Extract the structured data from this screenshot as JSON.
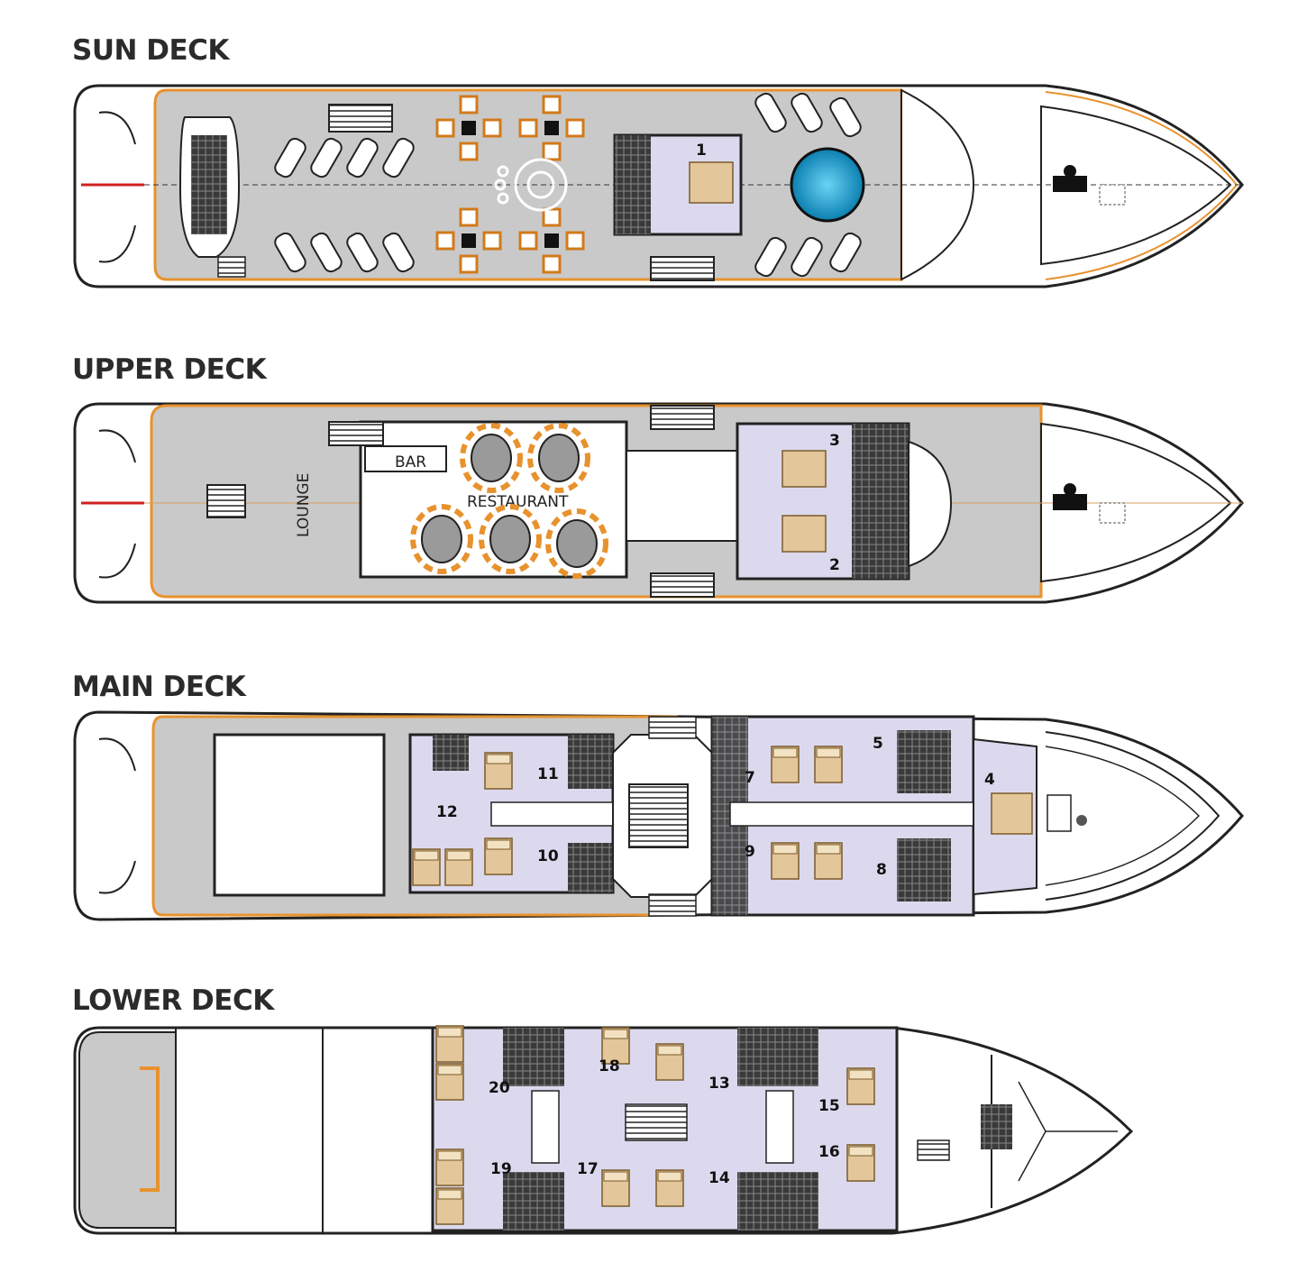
{
  "decks": {
    "sun": {
      "title": "SUN DECK",
      "cabins": [
        "1"
      ]
    },
    "upper": {
      "title": "UPPER DECK",
      "labels": {
        "bar": "BAR",
        "restaurant": "RESTAURANT",
        "lounge": "LOUNGE"
      },
      "cabins": [
        "3",
        "2"
      ]
    },
    "main": {
      "title": "MAIN DECK",
      "cabins": [
        "11",
        "12",
        "10",
        "7",
        "9",
        "5",
        "8",
        "4"
      ]
    },
    "lower": {
      "title": "LOWER DECK",
      "cabins": [
        "20",
        "18",
        "13",
        "15",
        "16",
        "19",
        "17",
        "14"
      ]
    }
  },
  "colors": {
    "deck_gray": "#c9c9c9",
    "cabin_lilac": "#dcd9ee",
    "trim_orange": "#e8922e",
    "outline": "#2a2a2a",
    "bed_tan": "#e3c79a",
    "pool_blue": "#1aa6d8"
  }
}
